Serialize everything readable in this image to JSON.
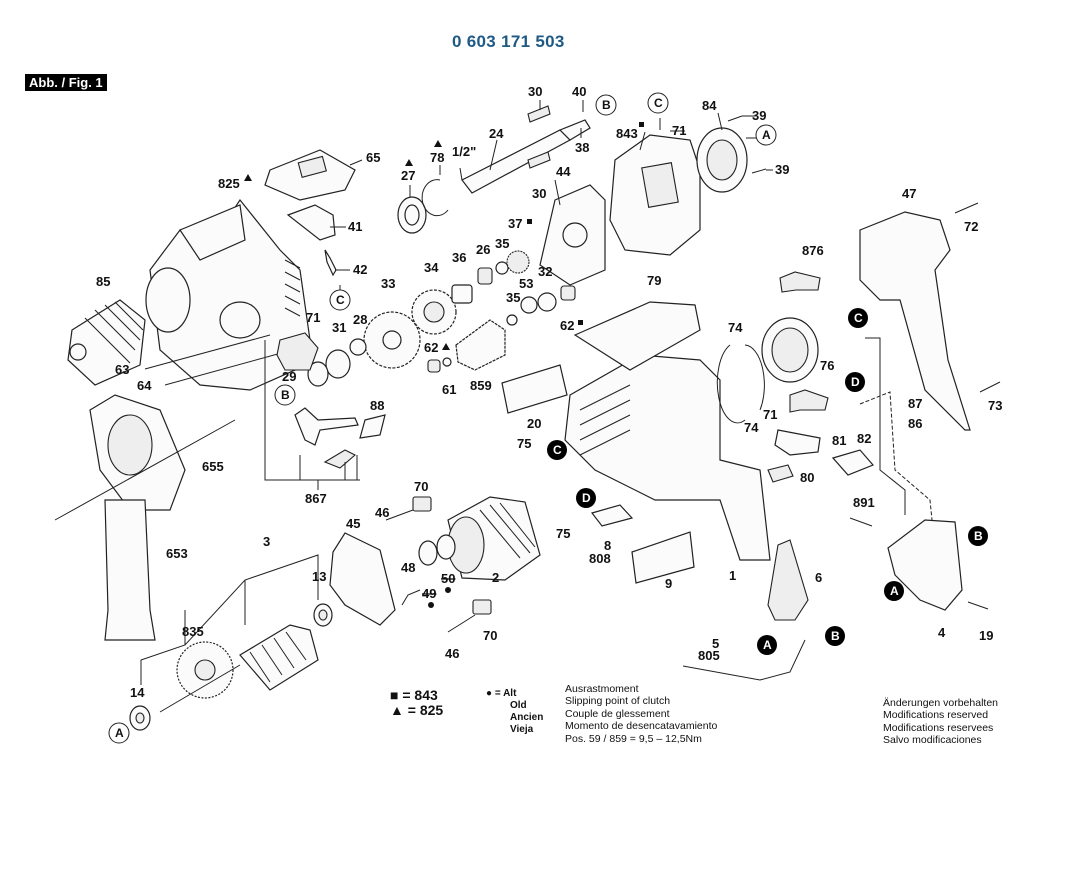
{
  "header": {
    "document_number": "0 603 171 503",
    "figure_tag": "Abb. / Fig. 1"
  },
  "colors": {
    "title_blue": "#1f5a84",
    "ink": "#111111",
    "tag_background": "#000000"
  },
  "part_labels": [
    {
      "id": "30a",
      "text": "30"
    },
    {
      "id": "40",
      "text": "40"
    },
    {
      "id": "38",
      "text": "38"
    },
    {
      "id": "24",
      "text": "24"
    },
    {
      "id": "30b",
      "text": "30"
    },
    {
      "id": "44",
      "text": "44"
    },
    {
      "id": "1_2",
      "text": "1/2\""
    },
    {
      "id": "78",
      "text": "78"
    },
    {
      "id": "27",
      "text": "27"
    },
    {
      "id": "65",
      "text": "65"
    },
    {
      "id": "825",
      "text": "825"
    },
    {
      "id": "41",
      "text": "41"
    },
    {
      "id": "42",
      "text": "42"
    },
    {
      "id": "843",
      "text": "843"
    },
    {
      "id": "71a",
      "text": "71"
    },
    {
      "id": "84",
      "text": "84"
    },
    {
      "id": "39a",
      "text": "39"
    },
    {
      "id": "39b",
      "text": "39"
    },
    {
      "id": "37",
      "text": "37"
    },
    {
      "id": "36",
      "text": "36"
    },
    {
      "id": "26",
      "text": "26"
    },
    {
      "id": "35a",
      "text": "35"
    },
    {
      "id": "34",
      "text": "34"
    },
    {
      "id": "33",
      "text": "33"
    },
    {
      "id": "53",
      "text": "53"
    },
    {
      "id": "32",
      "text": "32"
    },
    {
      "id": "35b",
      "text": "35"
    },
    {
      "id": "62a",
      "text": "62"
    },
    {
      "id": "62b",
      "text": "62"
    },
    {
      "id": "61",
      "text": "61"
    },
    {
      "id": "859",
      "text": "859"
    },
    {
      "id": "28",
      "text": "28"
    },
    {
      "id": "31",
      "text": "31"
    },
    {
      "id": "71b",
      "text": "71"
    },
    {
      "id": "29",
      "text": "29"
    },
    {
      "id": "85",
      "text": "85"
    },
    {
      "id": "63",
      "text": "63"
    },
    {
      "id": "64",
      "text": "64"
    },
    {
      "id": "88",
      "text": "88"
    },
    {
      "id": "867",
      "text": "867"
    },
    {
      "id": "655",
      "text": "655"
    },
    {
      "id": "653",
      "text": "653"
    },
    {
      "id": "79",
      "text": "79"
    },
    {
      "id": "20",
      "text": "20"
    },
    {
      "id": "74a",
      "text": "74"
    },
    {
      "id": "74b",
      "text": "74"
    },
    {
      "id": "876",
      "text": "876"
    },
    {
      "id": "76",
      "text": "76"
    },
    {
      "id": "71c",
      "text": "71"
    },
    {
      "id": "81",
      "text": "81"
    },
    {
      "id": "82",
      "text": "82"
    },
    {
      "id": "80",
      "text": "80"
    },
    {
      "id": "47",
      "text": "47"
    },
    {
      "id": "72",
      "text": "72"
    },
    {
      "id": "73",
      "text": "73"
    },
    {
      "id": "87",
      "text": "87"
    },
    {
      "id": "86",
      "text": "86"
    },
    {
      "id": "891",
      "text": "891"
    },
    {
      "id": "4",
      "text": "4"
    },
    {
      "id": "19",
      "text": "19"
    },
    {
      "id": "75a",
      "text": "75"
    },
    {
      "id": "75b",
      "text": "75"
    },
    {
      "id": "70a",
      "text": "70"
    },
    {
      "id": "70b",
      "text": "70"
    },
    {
      "id": "46a",
      "text": "46"
    },
    {
      "id": "46b",
      "text": "46"
    },
    {
      "id": "45",
      "text": "45"
    },
    {
      "id": "48",
      "text": "48"
    },
    {
      "id": "49",
      "text": "49"
    },
    {
      "id": "50",
      "text": "50"
    },
    {
      "id": "2",
      "text": "2"
    },
    {
      "id": "8",
      "text": "8"
    },
    {
      "id": "808",
      "text": "808"
    },
    {
      "id": "9",
      "text": "9"
    },
    {
      "id": "1",
      "text": "1"
    },
    {
      "id": "6",
      "text": "6"
    },
    {
      "id": "5",
      "text": "5"
    },
    {
      "id": "805",
      "text": "805"
    },
    {
      "id": "3",
      "text": "3"
    },
    {
      "id": "13",
      "text": "13"
    },
    {
      "id": "835",
      "text": "835"
    },
    {
      "id": "14",
      "text": "14"
    }
  ],
  "reference_markers": {
    "light": [
      {
        "id": "B-top",
        "text": "B"
      },
      {
        "id": "C-top",
        "text": "C"
      },
      {
        "id": "A-top",
        "text": "A"
      },
      {
        "id": "C-left",
        "text": "C"
      },
      {
        "id": "B-left",
        "text": "B"
      },
      {
        "id": "A-bottom",
        "text": "A"
      }
    ],
    "dark": [
      {
        "id": "C-wire",
        "text": "C"
      },
      {
        "id": "D-wire",
        "text": "D"
      },
      {
        "id": "C-field",
        "text": "C"
      },
      {
        "id": "D-field",
        "text": "D"
      },
      {
        "id": "B-switch",
        "text": "B"
      },
      {
        "id": "A-switch",
        "text": "A"
      },
      {
        "id": "A-cable",
        "text": "A"
      },
      {
        "id": "B-cable",
        "text": "B"
      }
    ]
  },
  "legend": {
    "square": {
      "symbol": "■",
      "text": "= 843"
    },
    "triangle": {
      "symbol": "▲",
      "text": "= 825"
    },
    "old_marker": {
      "symbol": "●",
      "lines": [
        "= Alt",
        "Old",
        "Ancien",
        "Vieja"
      ]
    }
  },
  "clutch_note": {
    "lines": [
      "Ausrastmoment",
      "Slipping point of clutch",
      "Couple de glessement",
      "Momento de desencatavamiento",
      "Pos.  59 / 859  =   9,5  –  12,5Nm"
    ]
  },
  "modifications_note": {
    "lines": [
      "Änderungen vorbehalten",
      "Modifications reserved",
      "Modifications reservees",
      "Salvo modificaciones"
    ]
  }
}
